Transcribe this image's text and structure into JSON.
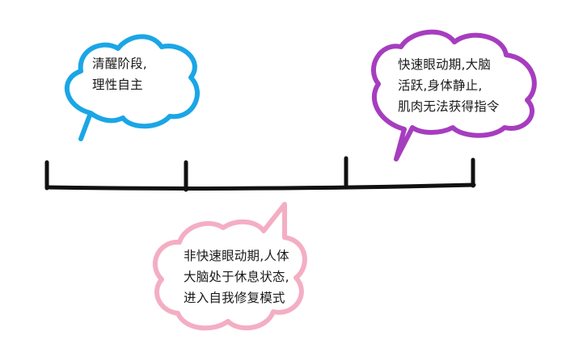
{
  "colors": {
    "timeline": "#111111",
    "awake": "#1aa6e6",
    "rem": "#a63dbf",
    "nrem": "#f4aec4",
    "text": "#1a1a1a"
  },
  "bubbles": {
    "awake": {
      "lines": [
        "清醒阶段,",
        "理性自主"
      ]
    },
    "rem": {
      "lines": [
        "快速眼动期,大脑",
        "活跃,身体静止,",
        "肌肉无法获得指令"
      ]
    },
    "nrem": {
      "lines": [
        "非快速眼动期,人体",
        "大脑处于休息状态,",
        "进入自我修复模式"
      ]
    }
  }
}
